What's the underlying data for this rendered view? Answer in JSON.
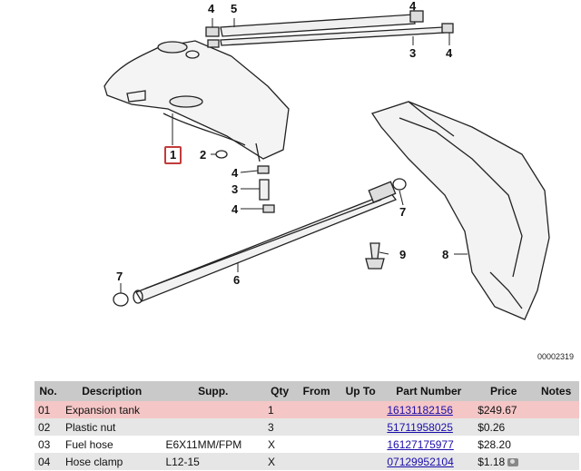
{
  "diagram": {
    "figure_id": "00002319",
    "callouts": [
      {
        "key": "c4a",
        "label": "4"
      },
      {
        "key": "c5",
        "label": "5"
      },
      {
        "key": "c4b",
        "label": "4"
      },
      {
        "key": "c3a",
        "label": "3"
      },
      {
        "key": "c4c",
        "label": "4"
      },
      {
        "key": "c1",
        "label": "1"
      },
      {
        "key": "c2",
        "label": "2"
      },
      {
        "key": "c4d",
        "label": "4"
      },
      {
        "key": "c3b",
        "label": "3"
      },
      {
        "key": "c4e",
        "label": "4"
      },
      {
        "key": "c7a",
        "label": "7"
      },
      {
        "key": "c9",
        "label": "9"
      },
      {
        "key": "c8",
        "label": "8"
      },
      {
        "key": "c7b",
        "label": "7"
      },
      {
        "key": "c6",
        "label": "6"
      }
    ]
  },
  "table": {
    "headers": [
      "No.",
      "Description",
      "Supp.",
      "Qty",
      "From",
      "Up To",
      "Part Number",
      "Price",
      "Notes"
    ],
    "rows": [
      {
        "no": "01",
        "description": "Expansion tank",
        "supp": "",
        "qty": "1",
        "from": "",
        "up_to": "",
        "part_number": "16131182156",
        "price": "$249.67",
        "notes": ""
      },
      {
        "no": "02",
        "description": "Plastic nut",
        "supp": "",
        "qty": "3",
        "from": "",
        "up_to": "",
        "part_number": "51711958025",
        "price": "$0.26",
        "notes": ""
      },
      {
        "no": "03",
        "description": "Fuel hose",
        "supp": "E6X11MM/FPM",
        "qty": "X",
        "from": "",
        "up_to": "",
        "part_number": "16127175977",
        "price": "$28.20",
        "notes": ""
      },
      {
        "no": "04",
        "description": "Hose clamp",
        "supp": "L12-15",
        "qty": "X",
        "from": "",
        "up_to": "",
        "part_number": "07129952104",
        "price": "$1.18",
        "notes": ""
      }
    ]
  },
  "icons": {
    "row4_photo": "camera-icon"
  },
  "colors": {
    "selected_row": "#f5c6c6",
    "header_bg": "#c9c9c9",
    "link": "#1a0dab",
    "callout_box": "#c23b3b"
  }
}
